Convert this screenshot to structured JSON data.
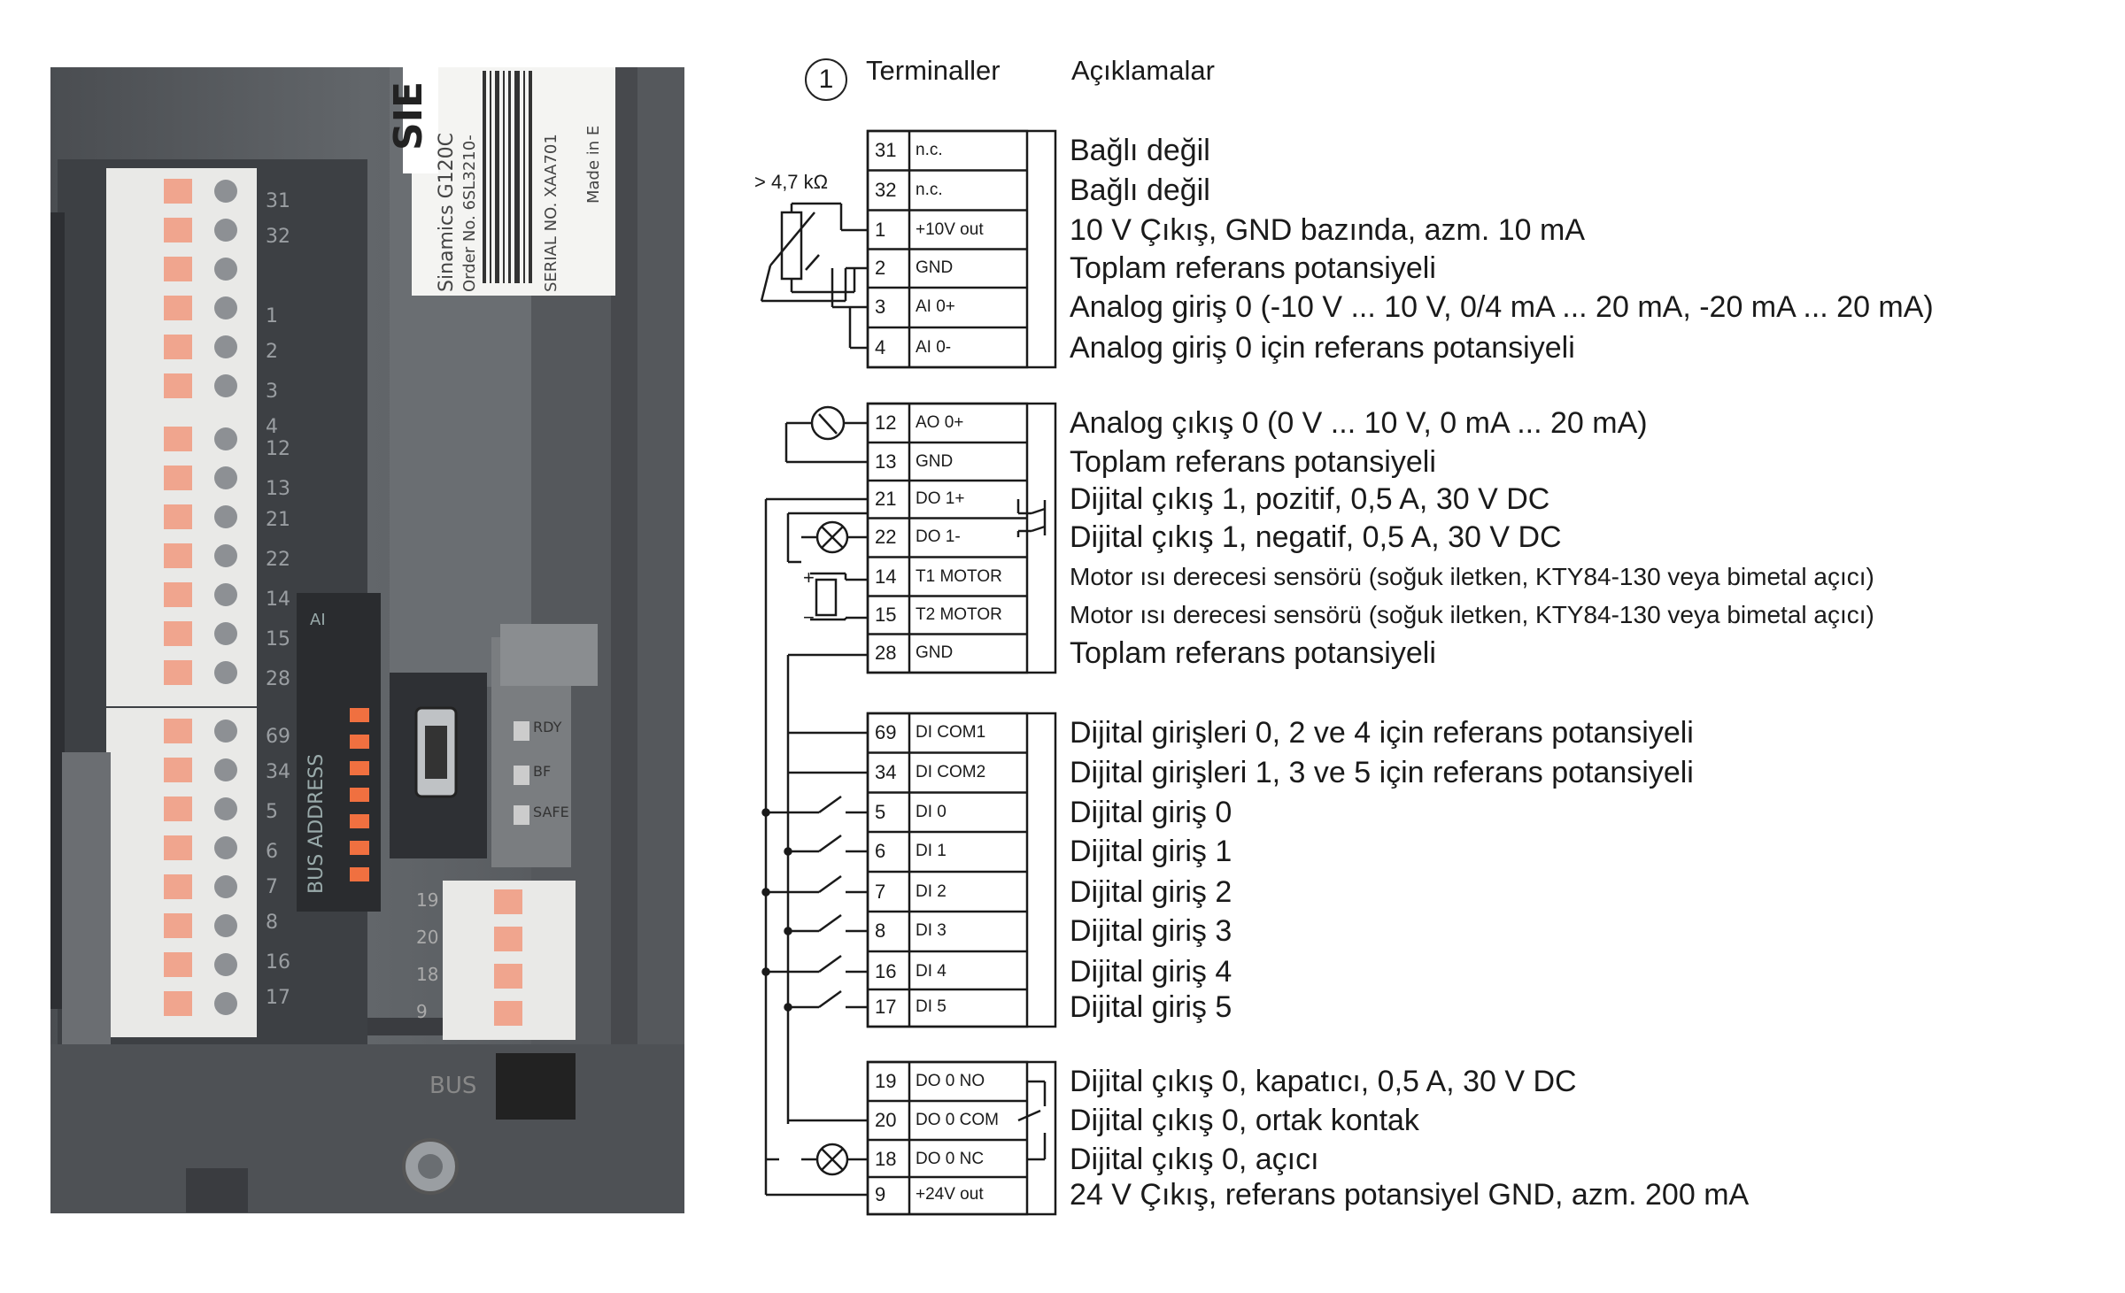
{
  "header": {
    "marker": "1",
    "col_terminals": "Terminaller",
    "col_descriptions": "Açıklamalar"
  },
  "resistor_label": "> 4,7 kΩ",
  "terminals": [
    {
      "num": "31",
      "sig": "n.c.",
      "desc": "Bağlı değil"
    },
    {
      "num": "32",
      "sig": "n.c.",
      "desc": "Bağlı değil"
    },
    {
      "num": "1",
      "sig": "+10V out",
      "desc": "10 V Çıkış, GND bazında, azm. 10 mA"
    },
    {
      "num": "2",
      "sig": "GND",
      "desc": "Toplam referans potansiyeli"
    },
    {
      "num": "3",
      "sig": "AI 0+",
      "desc": "Analog giriş 0 (-10 V ... 10 V, 0/4 mA ... 20 mA, -20 mA ... 20 mA)"
    },
    {
      "num": "4",
      "sig": "AI 0-",
      "desc": "Analog giriş 0 için referans potansiyeli"
    },
    {
      "num": "12",
      "sig": "AO 0+",
      "desc": "Analog çıkış 0 (0 V ... 10 V, 0 mA ... 20 mA)"
    },
    {
      "num": "13",
      "sig": "GND",
      "desc": "Toplam referans potansiyeli"
    },
    {
      "num": "21",
      "sig": "DO 1+",
      "desc": "Dijital çıkış 1, pozitif, 0,5 A, 30 V DC"
    },
    {
      "num": "22",
      "sig": "DO 1-",
      "desc": "Dijital çıkış 1, negatif, 0,5 A, 30 V DC"
    },
    {
      "num": "14",
      "sig": "T1 MOTOR",
      "desc": "Motor ısı derecesi sensörü (soğuk iletken, KTY84-130 veya bimetal açıcı)"
    },
    {
      "num": "15",
      "sig": "T2 MOTOR",
      "desc": "Motor ısı derecesi sensörü (soğuk iletken, KTY84-130 veya bimetal açıcı)"
    },
    {
      "num": "28",
      "sig": "GND",
      "desc": "Toplam referans potansiyeli"
    },
    {
      "num": "69",
      "sig": "DI COM1",
      "desc": "Dijital girişleri 0, 2 ve 4 için referans potansiyeli"
    },
    {
      "num": "34",
      "sig": "DI COM2",
      "desc": "Dijital girişleri 1, 3 ve 5 için referans potansiyeli"
    },
    {
      "num": "5",
      "sig": "DI 0",
      "desc": "Dijital giriş 0"
    },
    {
      "num": "6",
      "sig": "DI 1",
      "desc": "Dijital giriş 1"
    },
    {
      "num": "7",
      "sig": "DI 2",
      "desc": "Dijital giriş 2"
    },
    {
      "num": "8",
      "sig": "DI 3",
      "desc": "Dijital giriş 3"
    },
    {
      "num": "16",
      "sig": "DI 4",
      "desc": "Dijital giriş 4"
    },
    {
      "num": "17",
      "sig": "DI 5",
      "desc": "Dijital giriş 5"
    },
    {
      "num": "19",
      "sig": "DO 0 NO",
      "desc": "Dijital çıkış 0, kapatıcı, 0,5 A, 30 V DC"
    },
    {
      "num": "20",
      "sig": "DO 0 COM",
      "desc": "Dijital çıkış 0, ortak kontak"
    },
    {
      "num": "18",
      "sig": "DO 0 NC",
      "desc": "Dijital çıkış 0, açıcı"
    },
    {
      "num": "9",
      "sig": "+24V out",
      "desc": "24 V Çıkış, referans potansiyel GND, azm. 200 mA"
    }
  ],
  "photo": {
    "brand": "SIE",
    "product_lines": [
      "Sinamics G120C",
      "Order No. 6SL3210-",
      "SERIAL NO. XAA701",
      "Made in E"
    ],
    "left_terminal_numbers": [
      "31",
      "32",
      "1",
      "2",
      "3",
      "4",
      "12",
      "13",
      "21",
      "22",
      "14",
      "15",
      "28",
      "69",
      "34",
      "5",
      "6",
      "7",
      "8",
      "16",
      "17"
    ],
    "right_terminal_numbers": [
      "19",
      "20",
      "18",
      "9"
    ],
    "bus_address_label": "BUS ADDRESS",
    "led_labels": [
      "RDY",
      "BF",
      "SAFE"
    ],
    "bus_label": "BUS",
    "ai_label": "AI"
  },
  "colors": {
    "panel": "#5c5f63",
    "panel_dark": "#3e4044",
    "terminal_white": "#e9e9e7",
    "terminal_orange": "#f0a58e",
    "line": "#1a1a1a"
  }
}
